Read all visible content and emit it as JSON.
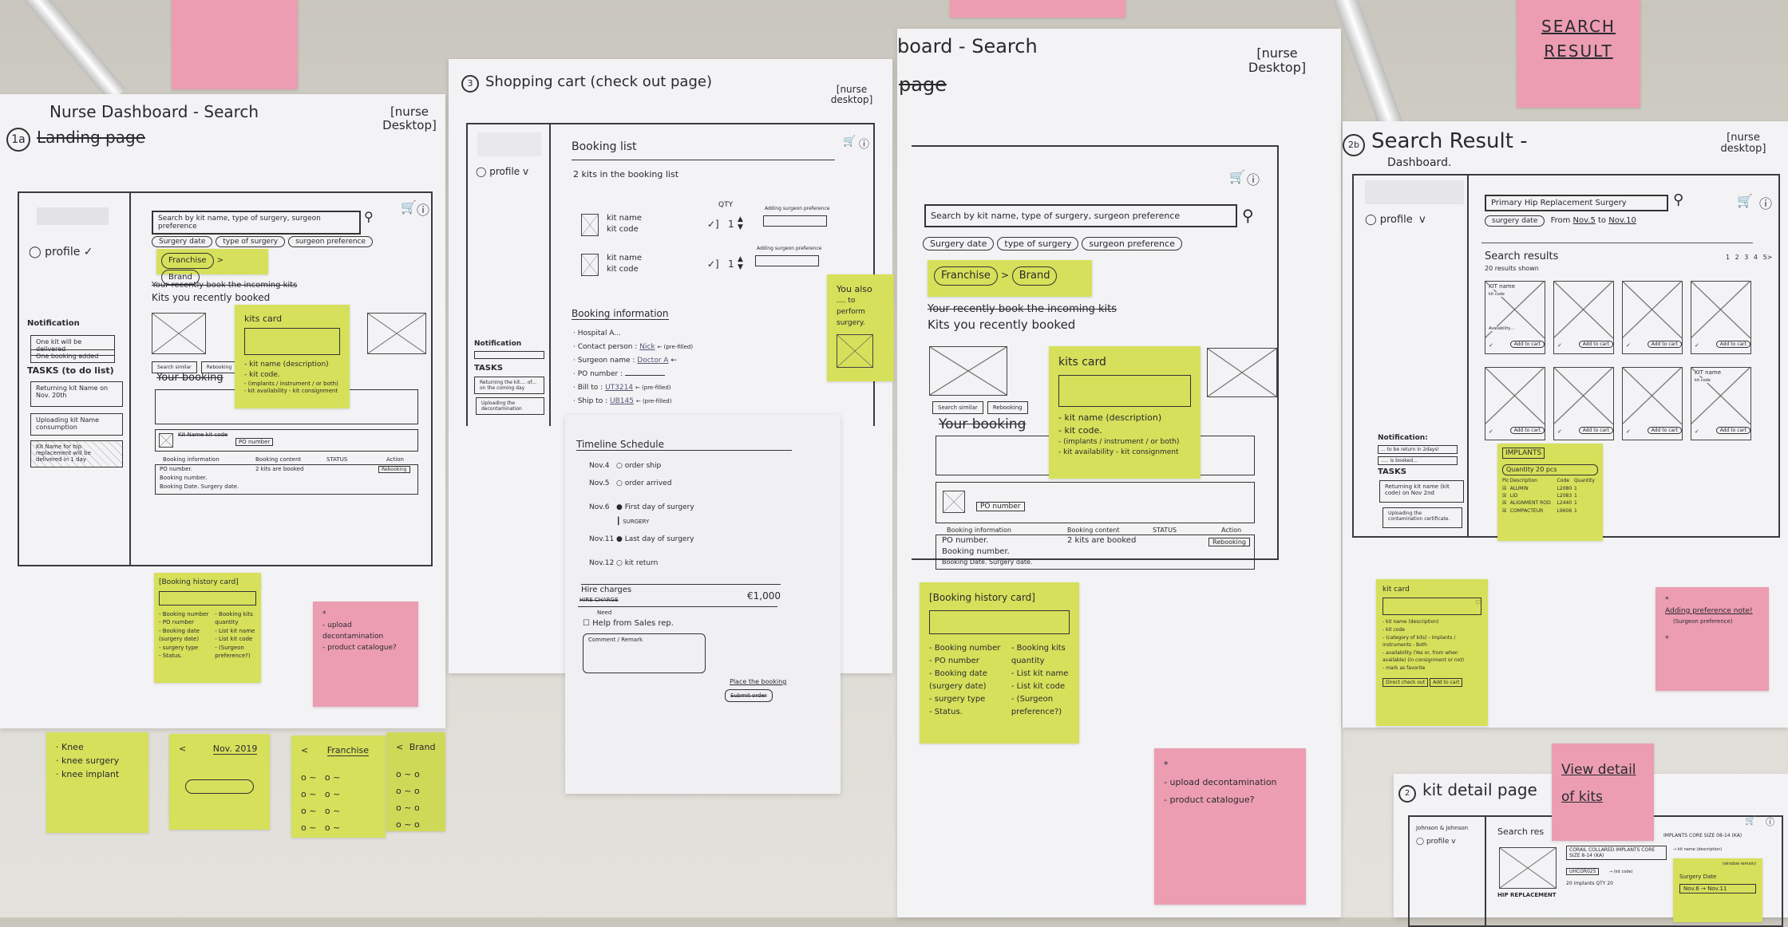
{
  "header_notes": {
    "search_result": "SEARCH RESULT",
    "view_detail": "View detail of kits"
  },
  "panel1": {
    "number": "1a",
    "title": "Nurse Dashboard - Search",
    "struck_title": "Landing page",
    "device": "[nurse Desktop]",
    "search_placeholder": "Search by kit name, type of surgery, surgeon preference",
    "filters": [
      "Surgery date",
      "type of surgery",
      "surgeon preference"
    ],
    "breadcrumb": [
      "Franchise",
      ">",
      "Brand"
    ],
    "struck_heading": "Your recently book the incoming kits",
    "recent_heading": "Kits you recently booked",
    "card_buttons": [
      "Search similar",
      "Rebooking"
    ],
    "profile": "profile",
    "notification_label": "Notification",
    "notifications": [
      "One kit will be delivered",
      "One booking added"
    ],
    "tasks_label": "TASKS (to do list)",
    "tasks": [
      "Returning kit Name on Nov. 20th",
      "Uploading kit Name consumption",
      "Kit Name for hip replacement will be delivered in 1 day"
    ],
    "booking_heading": "Your booking",
    "booking_row": {
      "struck": "Kit Name kit code",
      "po": "PO number"
    },
    "table_headers": [
      "Booking information",
      "Booking content",
      "STATUS",
      "Action"
    ],
    "table_info": [
      "PO number.",
      "Booking number.",
      "Booking Date. Surgery date."
    ],
    "table_content": "2 kits are booked",
    "table_action": "Rebooking",
    "kits_card_note": {
      "title": "kits card",
      "items": [
        "- kit name (description)",
        "- kit code.",
        "- (implants / instrument / or both)",
        "- kit availability",
        "- kit consignment"
      ]
    },
    "history_note": {
      "title": "[Booking history card]",
      "items": [
        "- Booking number",
        "- PO number",
        "- Booking date (surgery date)",
        "- surgery type",
        "- Status.",
        "- Booking kits quantity",
        "- List kit name",
        "- List kit code",
        "- (Surgeon preference?)"
      ]
    },
    "pink_note": [
      "*",
      "- upload decontamination",
      "- product catalogue?"
    ],
    "bottom_notes": {
      "search_suggest": [
        "· Knee",
        "· knee surgery",
        "· knee implant"
      ],
      "calendar": {
        "label": "Nov. 2019",
        "nav": "<"
      },
      "franchise": {
        "label": "Franchise",
        "nav": "<"
      },
      "brand": {
        "label": "Brand",
        "nav": "<"
      }
    }
  },
  "panel2": {
    "number": "3",
    "title": "Shopping cart (check out page)",
    "device": "[nurse desktop]",
    "profile": "profile",
    "booking_list": "Booking list",
    "count_text": "2 kits in the booking list",
    "qty_label": "QTY",
    "items": [
      {
        "name": "kit name",
        "code": "kit code",
        "qty": "1",
        "pref": "Adding surgeon preference"
      },
      {
        "name": "kit name",
        "code": "kit code",
        "qty": "1",
        "pref": "Adding surgeon preference"
      }
    ],
    "info_heading": "Booking information",
    "info": [
      {
        "label": "· Hospital A...",
        "value": "",
        "note": ""
      },
      {
        "label": "· Contact person :",
        "value": "Nick",
        "note": "← (pre-filled)"
      },
      {
        "label": "· Surgeon name :",
        "value": "Doctor A",
        "note": "←"
      },
      {
        "label": "· PO number :",
        "value": "",
        "note": ""
      },
      {
        "label": "· Bill to :",
        "value": "UT3214",
        "note": "← (pre-filled)"
      },
      {
        "label": "· Ship to :",
        "value": "UB145",
        "note": "← (pre-filled)"
      }
    ],
    "notification_label": "Notification",
    "tasks_label": "TASKS",
    "tasks": [
      "Returning the kit.... of... on the coming day",
      "Uploading the decontamination"
    ],
    "timeline_heading": "Timeline Schedule",
    "timeline": [
      {
        "date": "Nov.4",
        "event": "order ship"
      },
      {
        "date": "Nov.5",
        "event": "order arrived"
      },
      {
        "date": "Nov.6",
        "event": "First day of surgery"
      },
      {
        "date": "",
        "event": "SURGERY"
      },
      {
        "date": "Nov.11",
        "event": "Last day of surgery"
      },
      {
        "date": "Nov.12",
        "event": "kit return"
      }
    ],
    "hire_label": "Hire charges",
    "hire_struck": "HIRE CHARGE",
    "hire_value": "€1,000",
    "help_need": "Need",
    "help_label": "Help from Sales rep.",
    "comment_placeholder": "Comment / Remark",
    "place_label": "Place the booking",
    "submit_struck": "Submit order",
    "upsell_note": [
      "You also",
      ".... to perform",
      "surgery."
    ]
  },
  "panel3": {
    "title": "board - Search",
    "struck": "page",
    "device": "[nurse Desktop]",
    "search_placeholder": "Search by kit name, type of surgery, surgeon preference",
    "filters": [
      "Surgery date",
      "type of surgery",
      "surgeon preference"
    ],
    "breadcrumb": [
      "Franchise",
      ">",
      "Brand"
    ],
    "struck_heading": "Your recently book the incoming kits",
    "recent_heading": "Kits you recently booked",
    "card_buttons": [
      "Search similar",
      "Rebooking"
    ],
    "booking_heading": "Your booking",
    "po": "PO number",
    "table_headers": [
      "Booking information",
      "Booking content",
      "STATUS",
      "Action"
    ],
    "table_info": [
      "PO number.",
      "Booking number.",
      "Booking Date. Surgery date."
    ],
    "table_content": "2 kits are booked",
    "table_action": "Rebooking",
    "kits_card_note": {
      "title": "kits card",
      "items": [
        "- kit name (description)",
        "- kit code.",
        "- (implants / instrument / or both)",
        "- kit availability",
        "- kit consignment"
      ]
    },
    "history_note": {
      "title": "[Booking history card]",
      "items": [
        "- Booking number",
        "- PO number",
        "- Booking date (surgery date)",
        "- surgery type",
        "- Status.",
        "- Booking kits quantity",
        "- List kit name",
        "- List kit code",
        "- (Surgeon preference?)"
      ]
    },
    "pink_note": [
      "*",
      "- upload decontamination",
      "- product catalogue?"
    ]
  },
  "panel4": {
    "number": "2b",
    "title": "Search Result -",
    "subtitle": "Dashboard.",
    "device": "[nurse desktop]",
    "profile": "profile",
    "search_value": "Primary Hip Replacement Surgery",
    "date_filter": "surgery date",
    "date_from_label": "From",
    "date_from": "Nov.5",
    "date_to_label": "to",
    "date_to": "Nov.10",
    "results_heading": "Search results",
    "results_count": "20 results shown",
    "pages": [
      "1",
      "2",
      "3",
      "4",
      "5",
      ">"
    ],
    "card_kit_name": "KIT name",
    "card_kit_code": "kit code",
    "card_availability": "Availability....",
    "add_to_cart": "Add to cart",
    "notification_label": "Notification:",
    "notifications": [
      "... to be return in 2days!",
      "..... is booked..."
    ],
    "tasks_label": "TASKS",
    "tasks": [
      "Returning kit name (kit code) on Nov 2nd",
      "Uploading the contamination certificate."
    ],
    "implants_note": {
      "title": "IMPLANTS",
      "quantity": "Quantity 20 pcs",
      "headers": [
        "Pic",
        "Description",
        "Code",
        "Quantity"
      ],
      "rows": [
        [
          "ALUMIN",
          "L2080",
          "1"
        ],
        [
          "LID",
          "L2083",
          "1"
        ],
        [
          "ALIGNMENT ROD",
          "L2440",
          "1"
        ],
        [
          "COMPACTEUR",
          "L9606",
          "1"
        ]
      ]
    },
    "kit_card_note": {
      "title": "kit card",
      "items": [
        "- kit name (description)",
        "- kit code",
        "- (category of kits) - implants / instruments - Both",
        "- availability (Yes or, from when available) (in consignment or not)",
        "- mark as favorite"
      ],
      "buttons": [
        "Direct check out",
        "Add to cart"
      ]
    },
    "pink_note": [
      "*",
      "Adding preference note!",
      "(Surgeon preference)",
      "*"
    ]
  },
  "panel5": {
    "number": "2",
    "title": "kit detail page",
    "company": "Johnson & Johnson",
    "profile": "profile",
    "heading": "Search res",
    "implant_title": "IMPLANTS CORE SIZE 08-14 (KA)",
    "name": "CORAIL COLLARED IMPLANTS CORE SIZE 8-14 (KA)",
    "name_note": "→ kit name (description)",
    "code": "UHCOR025",
    "code_note": "→ (kit code)",
    "qty": "20 implants QTY 20",
    "category": "HIP REPLACEMENT",
    "window_note": "(window remain)",
    "surgery_date_label": "Surgery Date",
    "surgery_range": "Nov.6 → Nov.11"
  },
  "colors": {
    "sticky_yellow": "#d6e05a",
    "sticky_pink": "#ec9db2",
    "paper": "#f3f3f5",
    "ink": "#2a2a2e"
  }
}
